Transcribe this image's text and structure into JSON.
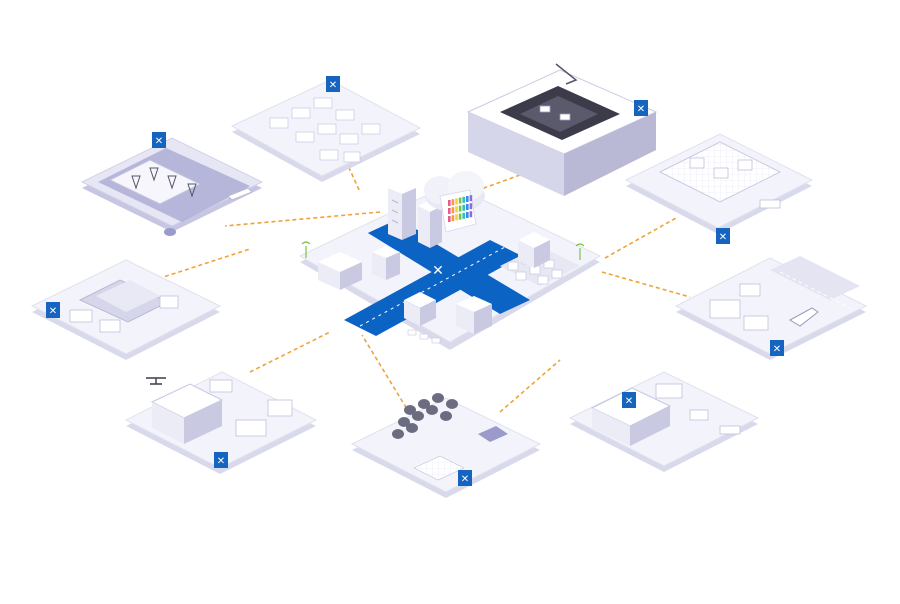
{
  "colors": {
    "background": "#ffffff",
    "tile_top": "#f3f3fb",
    "tile_edge": "#d9d9ec",
    "building": "#ffffff",
    "building_side": "#d6d6ea",
    "building_shade": "#b9b9d6",
    "road_blue": "#0b63c4",
    "accent_blue": "#1565c0",
    "connector_orange": "#f0a23a",
    "water": "#aaaad4",
    "antenna_green": "#7cc242",
    "dark_equipment": "#3b3b4a"
  },
  "hub": {
    "name": "central-city-hub",
    "logo_glyph": "✕",
    "server_bar_colors": [
      "#e85c8a",
      "#f39c3d",
      "#f4d03f",
      "#7cc242",
      "#2ec4b6",
      "#3a86ff",
      "#8e6bd8"
    ]
  },
  "tiles": [
    {
      "id": "offshore-wind-port",
      "icon": "logo-badge-icon"
    },
    {
      "id": "office-campus",
      "icon": "logo-badge-icon"
    },
    {
      "id": "mining-pit",
      "icon": "logo-badge-icon"
    },
    {
      "id": "manufacturing-plant",
      "icon": "logo-badge-icon"
    },
    {
      "id": "airport",
      "icon": "logo-badge-icon"
    },
    {
      "id": "factory-yard",
      "icon": "logo-badge-icon"
    },
    {
      "id": "agriculture-farm",
      "icon": "logo-badge-icon"
    },
    {
      "id": "hospital-heliport",
      "icon": "logo-badge-icon"
    },
    {
      "id": "university-campus",
      "icon": "logo-badge-icon"
    }
  ],
  "badge": {
    "glyph": "✕"
  }
}
